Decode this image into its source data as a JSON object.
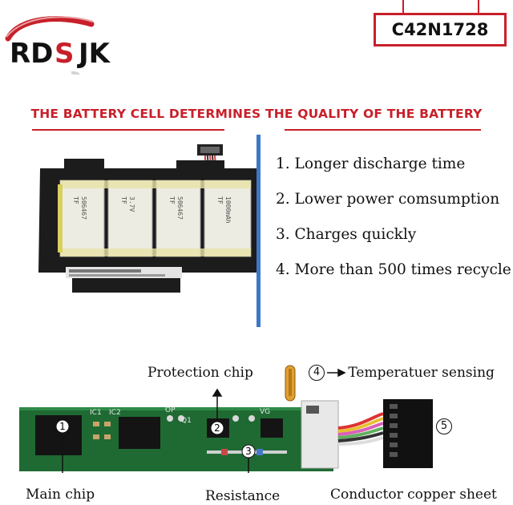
{
  "brand": {
    "name": "RDSJK",
    "accent": "#c8202a"
  },
  "model": "C42N1728",
  "headline": "THE BATTERY CELL DETERMINES THE QUALITY OF THE BATTERY",
  "features": [
    "1. Longer discharge time",
    "2. Lower power comsumption",
    "3. Charges quickly",
    "4. More than 500 times recycle"
  ],
  "components": {
    "protection_chip": "Protection chip",
    "temperature_sensing": "Temperatuer sensing",
    "main_chip": "Main chip",
    "resistance": "Resistance",
    "conductor": "Conductor copper sheet",
    "markers": [
      "1",
      "2",
      "3",
      "4",
      "5"
    ],
    "board_text": [
      "IC1",
      "IC2",
      "OP",
      "Q1",
      "VG"
    ]
  },
  "cell_print": [
    "TF",
    "506467",
    "3.7V",
    "1000mAh"
  ]
}
